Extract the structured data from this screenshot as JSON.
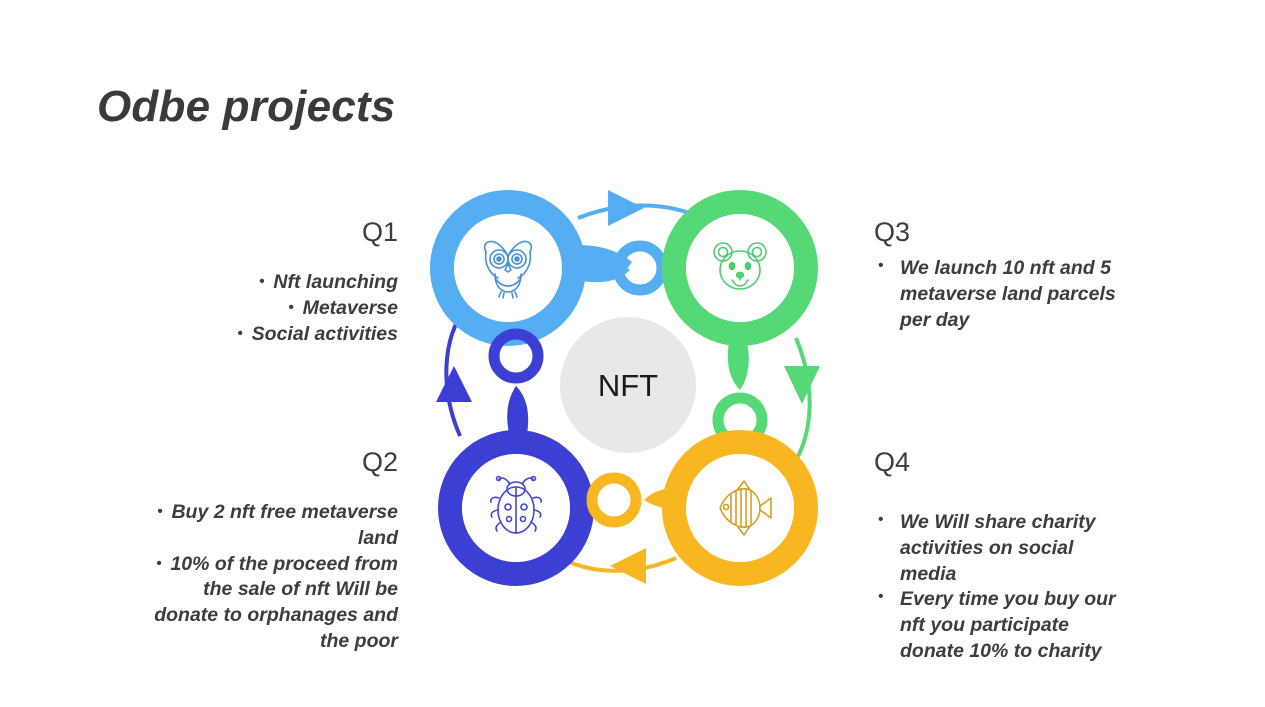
{
  "slide": {
    "title": "Odbe projects",
    "background_color": "#ffffff",
    "text_color": "#3d3d3d"
  },
  "diagram": {
    "center_label": "NFT",
    "center_fill": "#e8e8e8",
    "type": "four-stage-cycle",
    "nodes": [
      {
        "id": "q1-node",
        "position": "top-left",
        "color": "#55AEF2",
        "icon": "owl-icon",
        "quarter": "Q1"
      },
      {
        "id": "q3-node",
        "position": "top-right",
        "color": "#55D977",
        "icon": "bear-icon",
        "quarter": "Q3"
      },
      {
        "id": "q2-node",
        "position": "bottom-left",
        "color": "#3B3FD4",
        "icon": "ladybug-icon",
        "quarter": "Q2"
      },
      {
        "id": "q4-node",
        "position": "bottom-right",
        "color": "#F8B620",
        "icon": "fish-icon",
        "quarter": "Q4"
      }
    ],
    "arrows": [
      {
        "id": "arrow-top",
        "direction": "right",
        "color": "#55AEF2"
      },
      {
        "id": "arrow-right",
        "direction": "down",
        "color": "#55D977"
      },
      {
        "id": "arrow-bottom",
        "direction": "left",
        "color": "#F8B620"
      },
      {
        "id": "arrow-left",
        "direction": "up",
        "color": "#3B3FD4"
      }
    ]
  },
  "quadrants": [
    {
      "id": "q1",
      "label": "Q1",
      "align": "right",
      "bullets": [
        "Nft launching",
        "Metaverse",
        "Social activities"
      ]
    },
    {
      "id": "q2",
      "label": "Q2",
      "align": "right",
      "bullets": [
        "Buy 2 nft free metaverse land",
        "10% of the proceed from the sale of nft Will be donate to orphanages and the poor"
      ]
    },
    {
      "id": "q3",
      "label": "Q3",
      "align": "left",
      "bullets": [
        "We launch 10 nft and 5 metaverse land parcels per day"
      ]
    },
    {
      "id": "q4",
      "label": "Q4",
      "align": "left",
      "bullets": [
        "We Will share charity activities on social media",
        "Every time you buy our nft you participate donate 10% to charity"
      ]
    }
  ],
  "bullet_glyph": "•"
}
